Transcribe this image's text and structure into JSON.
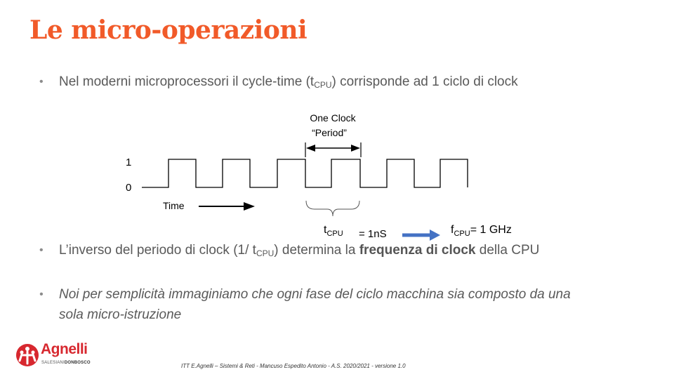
{
  "slide": {
    "title": "Le micro-operazioni"
  },
  "bullets": [
    {
      "marker": "•",
      "parts": [
        "Nel moderni microprocessori il cycle-time (t",
        "CPU",
        ") corrisponde ad 1 ciclo di clock"
      ]
    },
    {
      "marker": "•",
      "parts": [
        "L’inverso del periodo di clock (1/ t",
        "CPU",
        ") determina la ",
        "frequenza di clock",
        " della CPU"
      ]
    },
    {
      "marker": "•",
      "text": "Noi per semplicità immaginiamo che ogni fase del ciclo macchina sia composto da una sola micro-istruzione"
    }
  ],
  "diagram": {
    "clock_label_line1": "One Clock",
    "clock_label_line2": "“Period”",
    "level_high": "1",
    "level_low": "0",
    "time_label": "Time",
    "t_symbol": "t",
    "t_subscript": "CPU",
    "t_value": "= 1nS",
    "f_symbol": "f",
    "f_subscript": "CPU",
    "f_value": "= 1 GHz",
    "arrow_color": "#4472c4"
  },
  "footer": {
    "note": "ITT E.Agnelli – Sistemi & Reti - Mancuso Espedito Antonio - A.S. 2020/2021 - versione 1.0",
    "logo_name": "Agnelli",
    "logo_sub_1": "SALESIANI",
    "logo_sub_2": "DONBOSCO"
  },
  "colors": {
    "title": "#f15a29",
    "logo": "#d7282f"
  }
}
